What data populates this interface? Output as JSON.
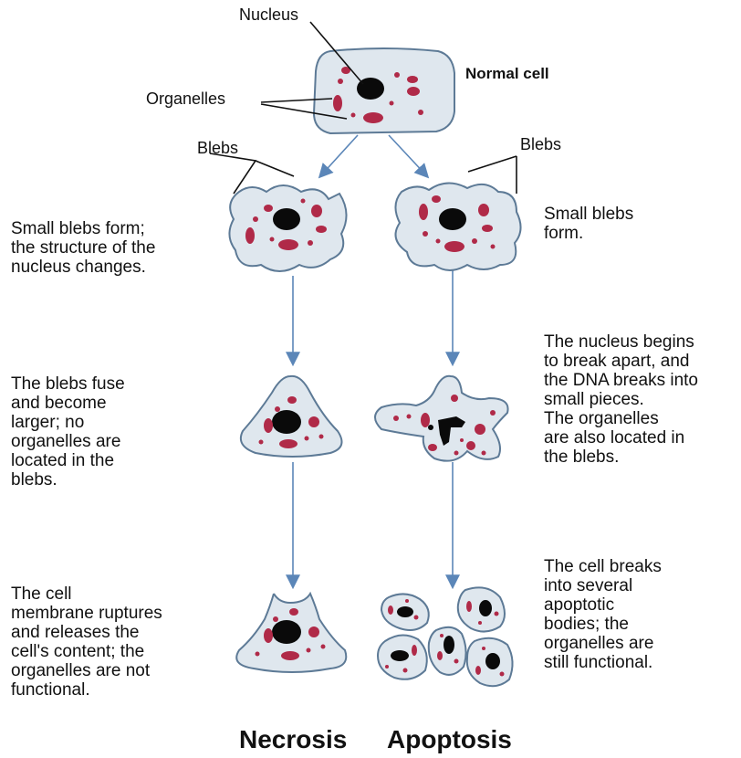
{
  "labels": {
    "nucleus": "Nucleus",
    "organelles": "Organelles",
    "normal_cell": "Normal cell",
    "blebs_left": "Blebs",
    "blebs_right": "Blebs"
  },
  "necrosis_steps": [
    "Small blebs form;\nthe structure of the\nnucleus changes.",
    "The blebs fuse\nand become\nlarger; no\norganelles are\nlocated in the\nblebs.",
    "The cell\nmembrane ruptures\nand releases the\ncell's content; the\norganelles are not\nfunctional."
  ],
  "apoptosis_steps": [
    "Small blebs\nform.",
    "The nucleus begins\nto break apart, and\nthe DNA breaks into\nsmall pieces.\nThe organelles\nare also located in\nthe blebs.",
    "The cell breaks\ninto several\napoptotic\nbodies; the\norganelles are\nstill functional."
  ],
  "footer": {
    "necrosis": "Necrosis",
    "apoptosis": "Apoptosis"
  },
  "colors": {
    "cell_fill": "#dfe7ee",
    "cell_stroke": "#5d7a96",
    "organelle": "#b02a48",
    "nucleus": "#0a0a0a",
    "arrow": "#5b86b8"
  }
}
